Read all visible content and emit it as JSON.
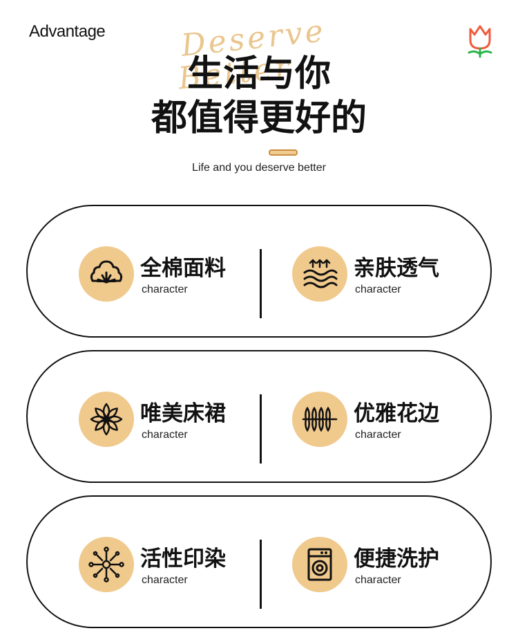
{
  "header": {
    "brand": "Advantage",
    "script_line1": "Deserve",
    "script_line2": "Better",
    "title_line1": "生活与你",
    "title_line2": "都值得更好的",
    "subtitle": "Life and you deserve better"
  },
  "colors": {
    "accent": "#f0c98d",
    "accent_dark": "#c98c3c",
    "script": "#e9c48a",
    "tulip_flower": "#ef5a3c",
    "tulip_stem": "#2bb34a"
  },
  "rows": [
    {
      "left": {
        "icon": "cotton-icon",
        "title": "全棉面料",
        "subtitle": "character"
      },
      "right": {
        "icon": "breathable-waves-icon",
        "title": "亲肤透气",
        "subtitle": "character"
      }
    },
    {
      "left": {
        "icon": "flower-swirl-icon",
        "title": "唯美床裙",
        "subtitle": "character"
      },
      "right": {
        "icon": "lace-trim-icon",
        "title": "优雅花边",
        "subtitle": "character"
      }
    },
    {
      "left": {
        "icon": "pattern-print-icon",
        "title": "活性印染",
        "subtitle": "character"
      },
      "right": {
        "icon": "washing-machine-icon",
        "title": "便捷洗护",
        "subtitle": "character"
      }
    }
  ]
}
